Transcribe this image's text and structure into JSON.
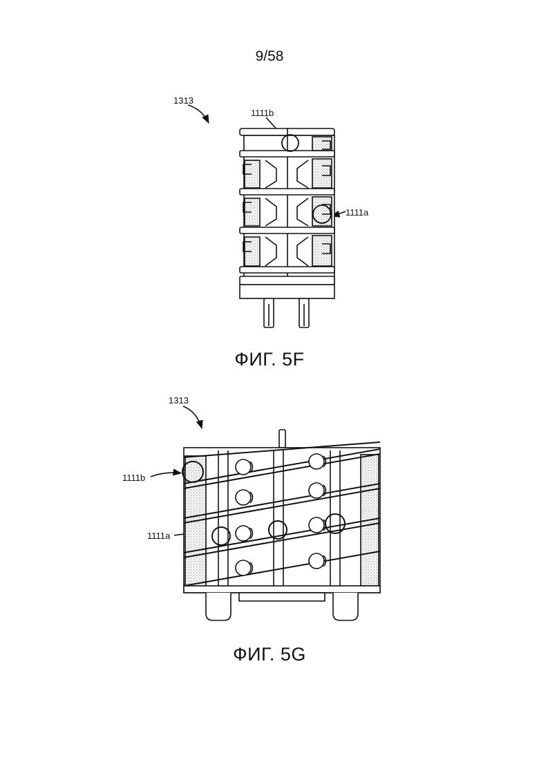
{
  "page": {
    "number": "9/58"
  },
  "figures": [
    {
      "caption": "ФИГ. 5F",
      "labels": {
        "assembly": "1313",
        "part_b": "1111b",
        "part_a": "1111a"
      }
    },
    {
      "caption": "ФИГ. 5G",
      "labels": {
        "assembly": "1313",
        "part_b": "1111b",
        "part_a": "1111a"
      }
    }
  ],
  "colors": {
    "ink": "#111111",
    "stipple": "#bdbdbd",
    "paper": "#ffffff"
  }
}
